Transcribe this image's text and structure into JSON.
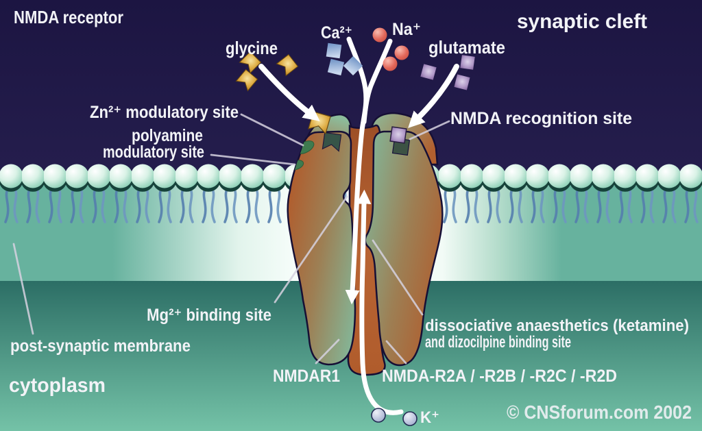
{
  "title": "NMDA receptor",
  "regions": {
    "synaptic_cleft": "synaptic cleft",
    "post_synaptic_membrane": "post-synaptic membrane",
    "cytoplasm": "cytoplasm"
  },
  "ions": {
    "calcium": "Ca²⁺",
    "sodium": "Na⁺",
    "potassium": "K⁺"
  },
  "ligands": {
    "glycine": "glycine",
    "glutamate": "glutamate"
  },
  "binding_sites": {
    "zinc": "Zn²⁺ modulatory site",
    "polyamine_line1": "polyamine",
    "polyamine_line2": "modulatory site",
    "nmda_recognition": "NMDA recognition site",
    "magnesium": "Mg²⁺ binding site",
    "dissociative_line1": "dissociative anaesthetics (ketamine)",
    "dissociative_line2": "and dizocilpine binding site"
  },
  "subunits": {
    "left": "NMDAR1",
    "right": "NMDA-R2A / -R2B / -R2C / -R2D"
  },
  "watermark": "© CNSforum.com 2002",
  "colors": {
    "synaptic_cleft_bg": "#1e1745",
    "membrane_teal": "#67b29e",
    "membrane_glow": "#f4fcf8",
    "cytoplasm_top": "#2c6e65",
    "cytoplasm_bottom": "#74c2a7",
    "receptor_orange": "#b25a2a",
    "receptor_green": "#85b394",
    "channel_rust": "#b05c2c",
    "glycine_gold": "#d9a63c",
    "calcium_blue": "#6e92c5",
    "sodium_red": "#df6153",
    "glutamate_purple": "#9b7fba",
    "potassium_blue_gray": "#9aa6ca",
    "modulatory_site_green": "#3f7b4f",
    "label_line": "#d6d2e0",
    "watermark": "#7e94a4"
  }
}
